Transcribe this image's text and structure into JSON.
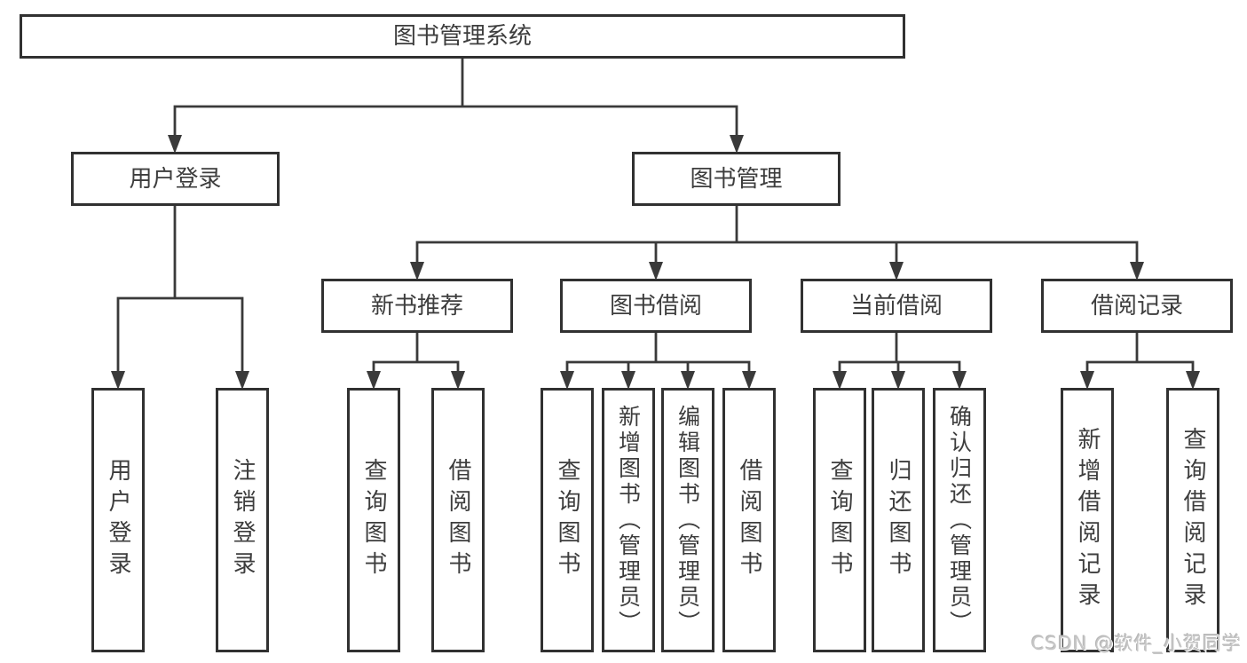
{
  "diagram": {
    "root": {
      "label": "图书管理系统"
    },
    "branches": [
      {
        "label": "用户登录",
        "children": [
          {
            "label": "用户登录"
          },
          {
            "label": "注销登录"
          }
        ]
      },
      {
        "label": "图书管理",
        "children": [
          {
            "label": "新书推荐",
            "children": [
              {
                "label": "查询图书"
              },
              {
                "label": "借阅图书"
              }
            ]
          },
          {
            "label": "图书借阅",
            "children": [
              {
                "label": "查询图书"
              },
              {
                "label": "新增图书（管理员）"
              },
              {
                "label": "编辑图书（管理员）"
              },
              {
                "label": "借阅图书"
              }
            ]
          },
          {
            "label": "当前借阅",
            "children": [
              {
                "label": "查询图书"
              },
              {
                "label": "归还图书"
              },
              {
                "label": "确认归还（管理员）"
              }
            ]
          },
          {
            "label": "借阅记录",
            "children": [
              {
                "label": "新增借阅记录"
              },
              {
                "label": "查询借阅记录"
              }
            ]
          }
        ]
      }
    ]
  },
  "watermark": {
    "text": "CSDN @软件_小贺同学"
  },
  "colors": {
    "line": "#3a3a3a",
    "box_border": "#313131",
    "text": "#3d3d3d",
    "background": "#ffffff",
    "watermark": "#c7c7c7"
  }
}
